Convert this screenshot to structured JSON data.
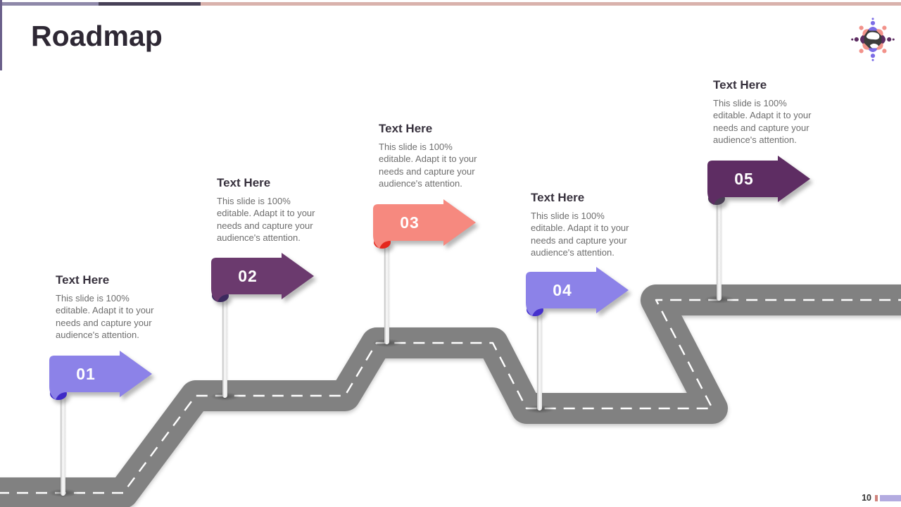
{
  "slide": {
    "title": "Roadmap",
    "page_number": "10"
  },
  "branding": {
    "logo_icon": "globe-with-people-icon",
    "top_bar_colors": [
      "#8e88a9",
      "#474057",
      "#d9b2ac"
    ],
    "left_bar_color": "#6a5f8a",
    "page_marker_tick_color": "#cf837c",
    "page_marker_bar_color": "#b3abe0"
  },
  "road": {
    "color": "#818181",
    "centerline_color": "#ffffff"
  },
  "milestones": [
    {
      "number": "01",
      "heading": "Text Here",
      "body": "This slide is 100%\neditable. Adapt it to your\nneeds and capture your\naudience's attention.",
      "sign_color": "#8c82e8",
      "curl_color": "#3e2ac6"
    },
    {
      "number": "02",
      "heading": "Text Here",
      "body": "This slide is 100%\neditable. Adapt it to your\nneeds and capture your\naudience's attention.",
      "sign_color": "#6b3a6e",
      "curl_color": "#3c2a5e"
    },
    {
      "number": "03",
      "heading": "Text Here",
      "body": "This slide is 100%\neditable. Adapt it to your\nneeds and capture your\naudience's attention.",
      "sign_color": "#f6897f",
      "curl_color": "#e5271d"
    },
    {
      "number": "04",
      "heading": "Text Here",
      "body": "This slide is 100%\neditable. Adapt it to your\nneeds and capture your\naudience's attention.",
      "sign_color": "#8c82e8",
      "curl_color": "#4530cd"
    },
    {
      "number": "05",
      "heading": "Text Here",
      "body": "This slide is 100%\neditable. Adapt it to your\nneeds and capture your\naudience's attention.",
      "sign_color": "#5e2d63",
      "curl_color": "#4a3e55"
    }
  ]
}
